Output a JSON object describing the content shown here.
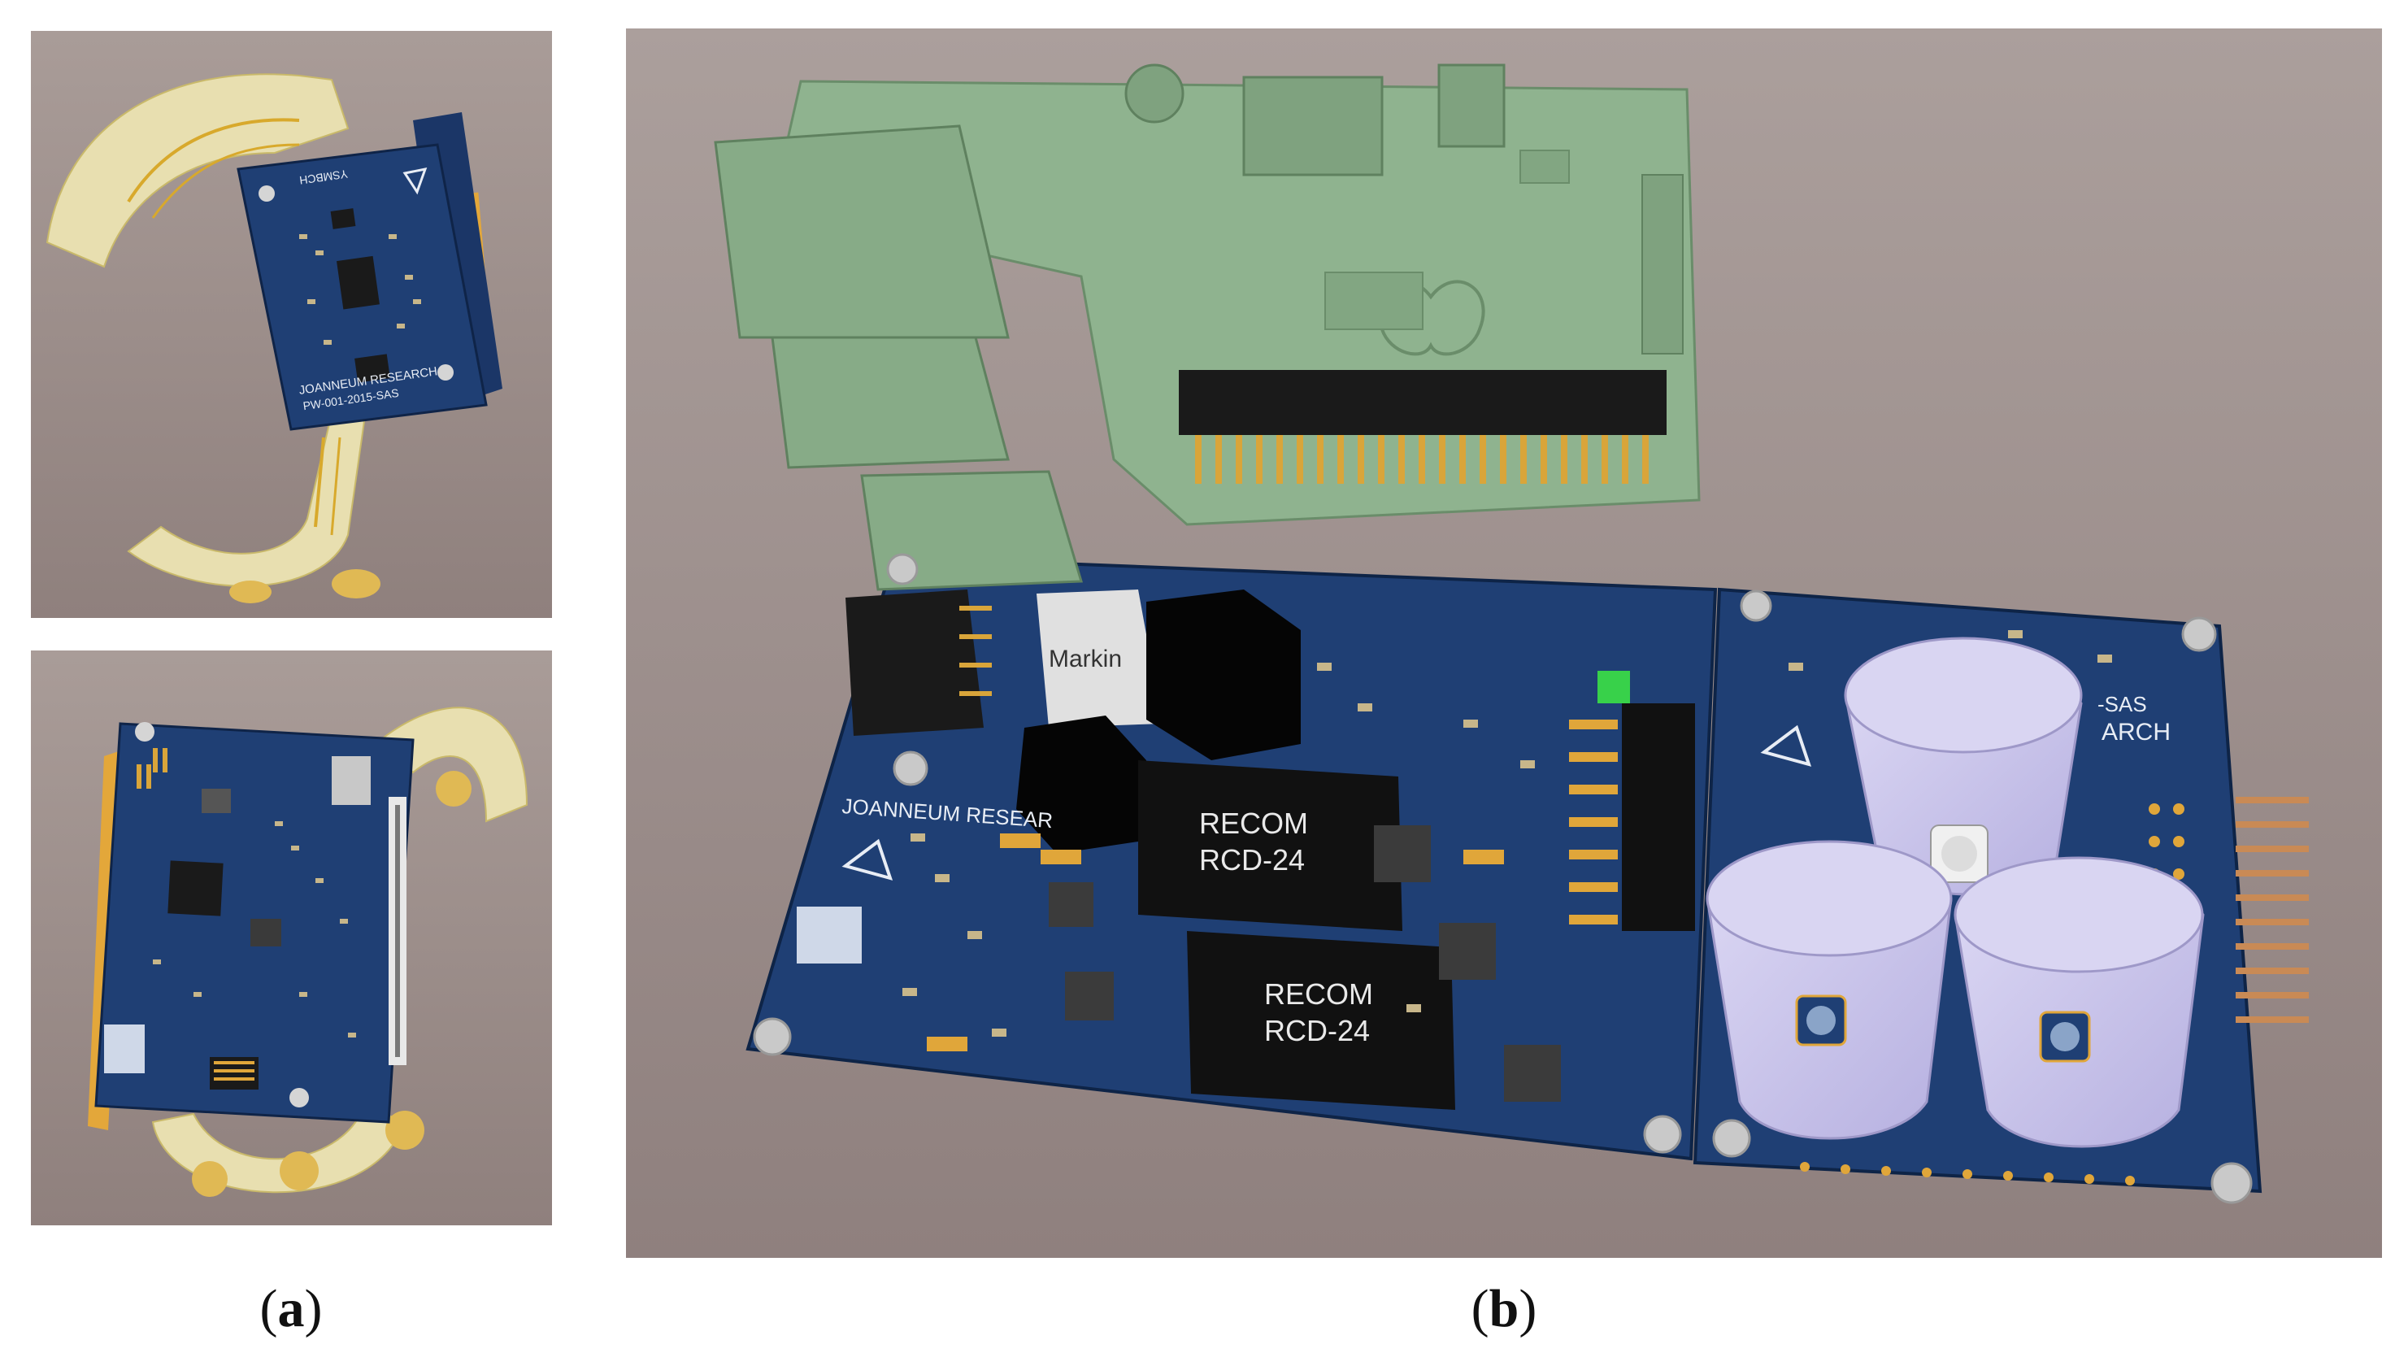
{
  "panels": {
    "a_top": {
      "board_label_top": "YSMBCH",
      "board_label_bottom": "JOANNEUM RESEARCH",
      "board_code": "PW-001-2015-SAS"
    },
    "b": {
      "module_1": "RECOM",
      "module_1_sub": "RCD-24",
      "module_2": "RECOM",
      "module_2_sub": "RCD-24",
      "marking": "Markin",
      "brand_left": "JOANNEUM RESEAR",
      "brand_right": "ARCH",
      "brand_right_top": "-SAS"
    }
  },
  "captions": {
    "a": "a",
    "b": "b"
  },
  "colors": {
    "background": "#9a8e8c",
    "pcb": "#1f3f74",
    "flex": "#e8dfb0",
    "raspberry": "#8fb38f",
    "reflector": "#c9c4ea"
  }
}
